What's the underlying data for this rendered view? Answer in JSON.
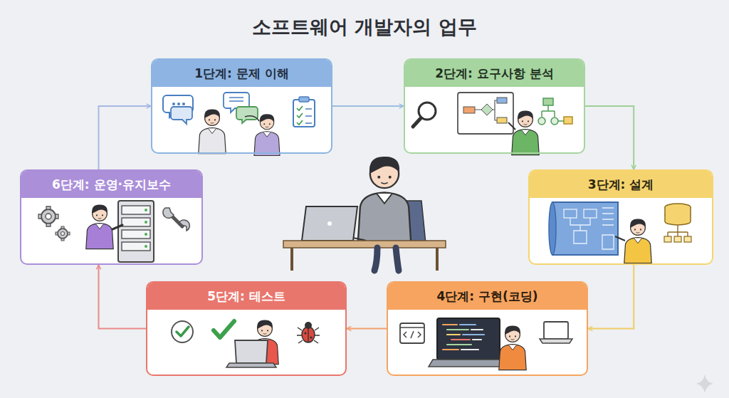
{
  "diagram": {
    "title": "소프트웨어 개발자의 업무",
    "nodes": [
      {
        "text": [
          "1단계: 문제 이해"
        ]
      },
      {
        "text": [
          "2단계: 요구사항 분석"
        ]
      },
      {
        "text": [
          "3단계: 설계"
        ]
      },
      {
        "text": [
          "4단계: 구현(코딩)"
        ]
      },
      {
        "text": [
          "5단계: 테스트"
        ]
      },
      {
        "text": [
          "6단계: 운영·유지보수"
        ]
      }
    ],
    "edges": [
      {
        "from": 0,
        "to": 1,
        "arrow": "to"
      },
      {
        "from": 1,
        "to": 2,
        "arrow": "to"
      },
      {
        "from": 2,
        "to": 3,
        "arrow": "to"
      },
      {
        "from": 3,
        "to": 4,
        "arrow": "to"
      },
      {
        "from": 4,
        "to": 5,
        "arrow": "to"
      },
      {
        "from": 5,
        "to": 0,
        "arrow": "to"
      }
    ]
  }
}
